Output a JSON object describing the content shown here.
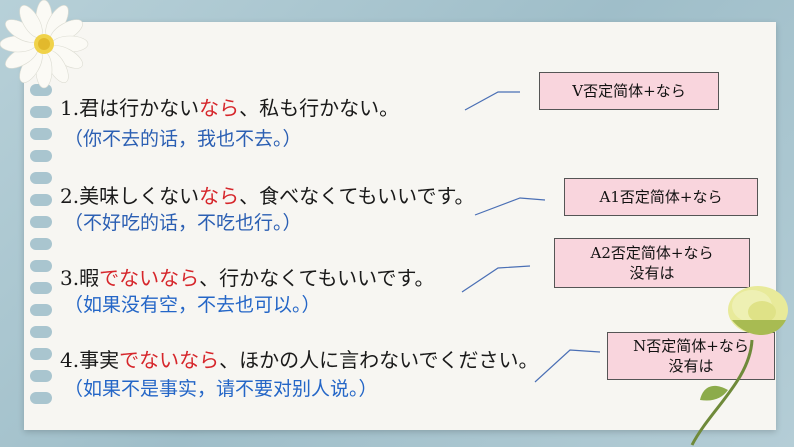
{
  "sentences": [
    {
      "pre": "1.君は行かない",
      "red": "なら",
      "post": "、私も行かない。",
      "translation": "（你不去的话，我也不去。）"
    },
    {
      "pre": "2.美味しくない",
      "red": "なら",
      "post": "、食べなくてもいいです。",
      "translation": "（不好吃的话，不吃也行。）"
    },
    {
      "pre": "3.暇",
      "red": "でないなら",
      "post": "、行かなくてもいいです。",
      "translation": "（如果没有空，不去也可以。）"
    },
    {
      "pre": "4.事実",
      "red": "でないなら",
      "post": "、ほかの人に言わないでください。",
      "translation": "（如果不是事实，请不要对别人说。）"
    }
  ],
  "boxes": [
    {
      "line1": "V否定简体+なら",
      "line2": ""
    },
    {
      "line1": "A1否定简体+なら",
      "line2": ""
    },
    {
      "line1": "A2否定简体+なら",
      "line2": "没有は"
    },
    {
      "line1": "N否定简体+なら",
      "line2": "没有は"
    }
  ],
  "colors": {
    "background": "#a9c5cf",
    "highlight": "#d6262b",
    "translation": "#2b5fb3",
    "box": "#f9d5dd"
  }
}
